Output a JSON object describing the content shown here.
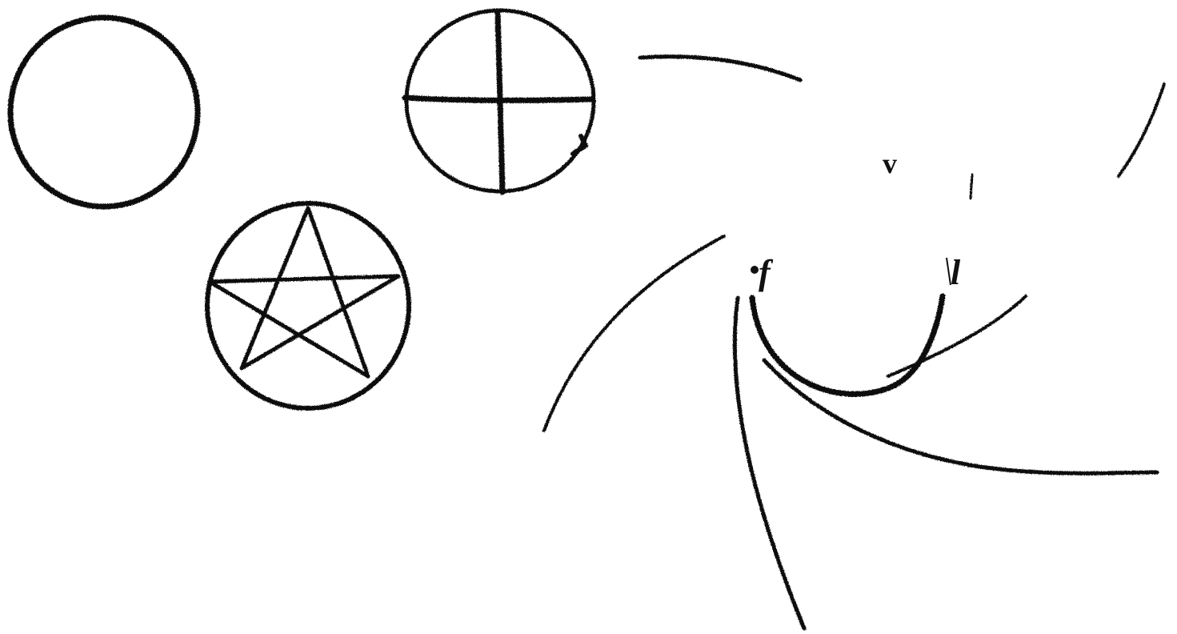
{
  "labels": {
    "v": "v",
    "f": "f",
    "l": "l"
  },
  "colors": {
    "ink": "#111111",
    "background": "#ffffff"
  },
  "shapes": [
    "plain-circle",
    "circle-with-cross",
    "circle-with-pentagram"
  ]
}
